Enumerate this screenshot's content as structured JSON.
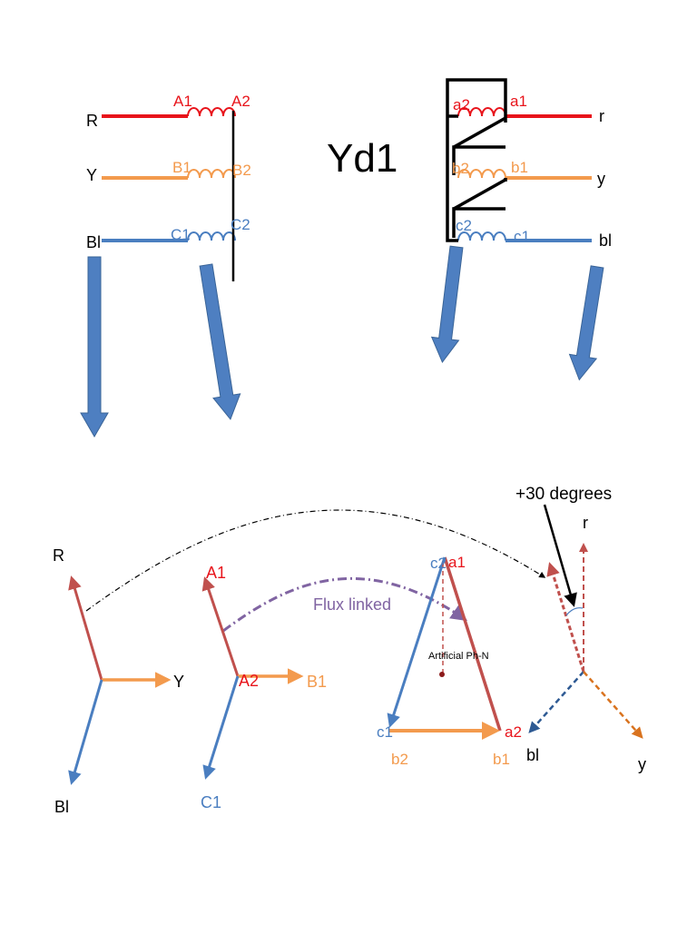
{
  "colors": {
    "red": "#e8141b",
    "orange": "#f39a4d",
    "blue": "#4a7ec0",
    "phasor_red": "#c0504d",
    "purple": "#8064a2",
    "black": "#000000",
    "arrow_fill": "#4e7fc1",
    "arrow_stroke": "#3a6497"
  },
  "title": "Yd1",
  "primary": {
    "lines": {
      "r": "R",
      "y": "Y",
      "bl": "Bl"
    },
    "terminals": {
      "a1": "A1",
      "a2": "A2",
      "b1": "B1",
      "b2": "B2",
      "c1": "C1",
      "c2": "C2"
    }
  },
  "secondary": {
    "lines": {
      "r": "r",
      "y": "y",
      "bl": "bl"
    },
    "terminals": {
      "a1": "a1",
      "a2": "a2",
      "b1": "b1",
      "b2": "b2",
      "c1": "c1",
      "c2": "c2"
    }
  },
  "phasors": {
    "star_line": {
      "r": "R",
      "y": "Y",
      "bl": "Bl"
    },
    "star_phase": {
      "a1": "A1",
      "a2": "A2",
      "b1": "B1",
      "c1": "C1"
    },
    "delta": {
      "c2": "c2",
      "a1": "a1",
      "c1": "c1",
      "a2": "a2",
      "b2": "b2",
      "b1": "b1",
      "neutral": "Artificial Ph-N"
    },
    "secondary_star": {
      "r": "r",
      "y": "y",
      "bl": "bl",
      "angle": "+30 degrees"
    },
    "flux_label": "Flux linked"
  }
}
